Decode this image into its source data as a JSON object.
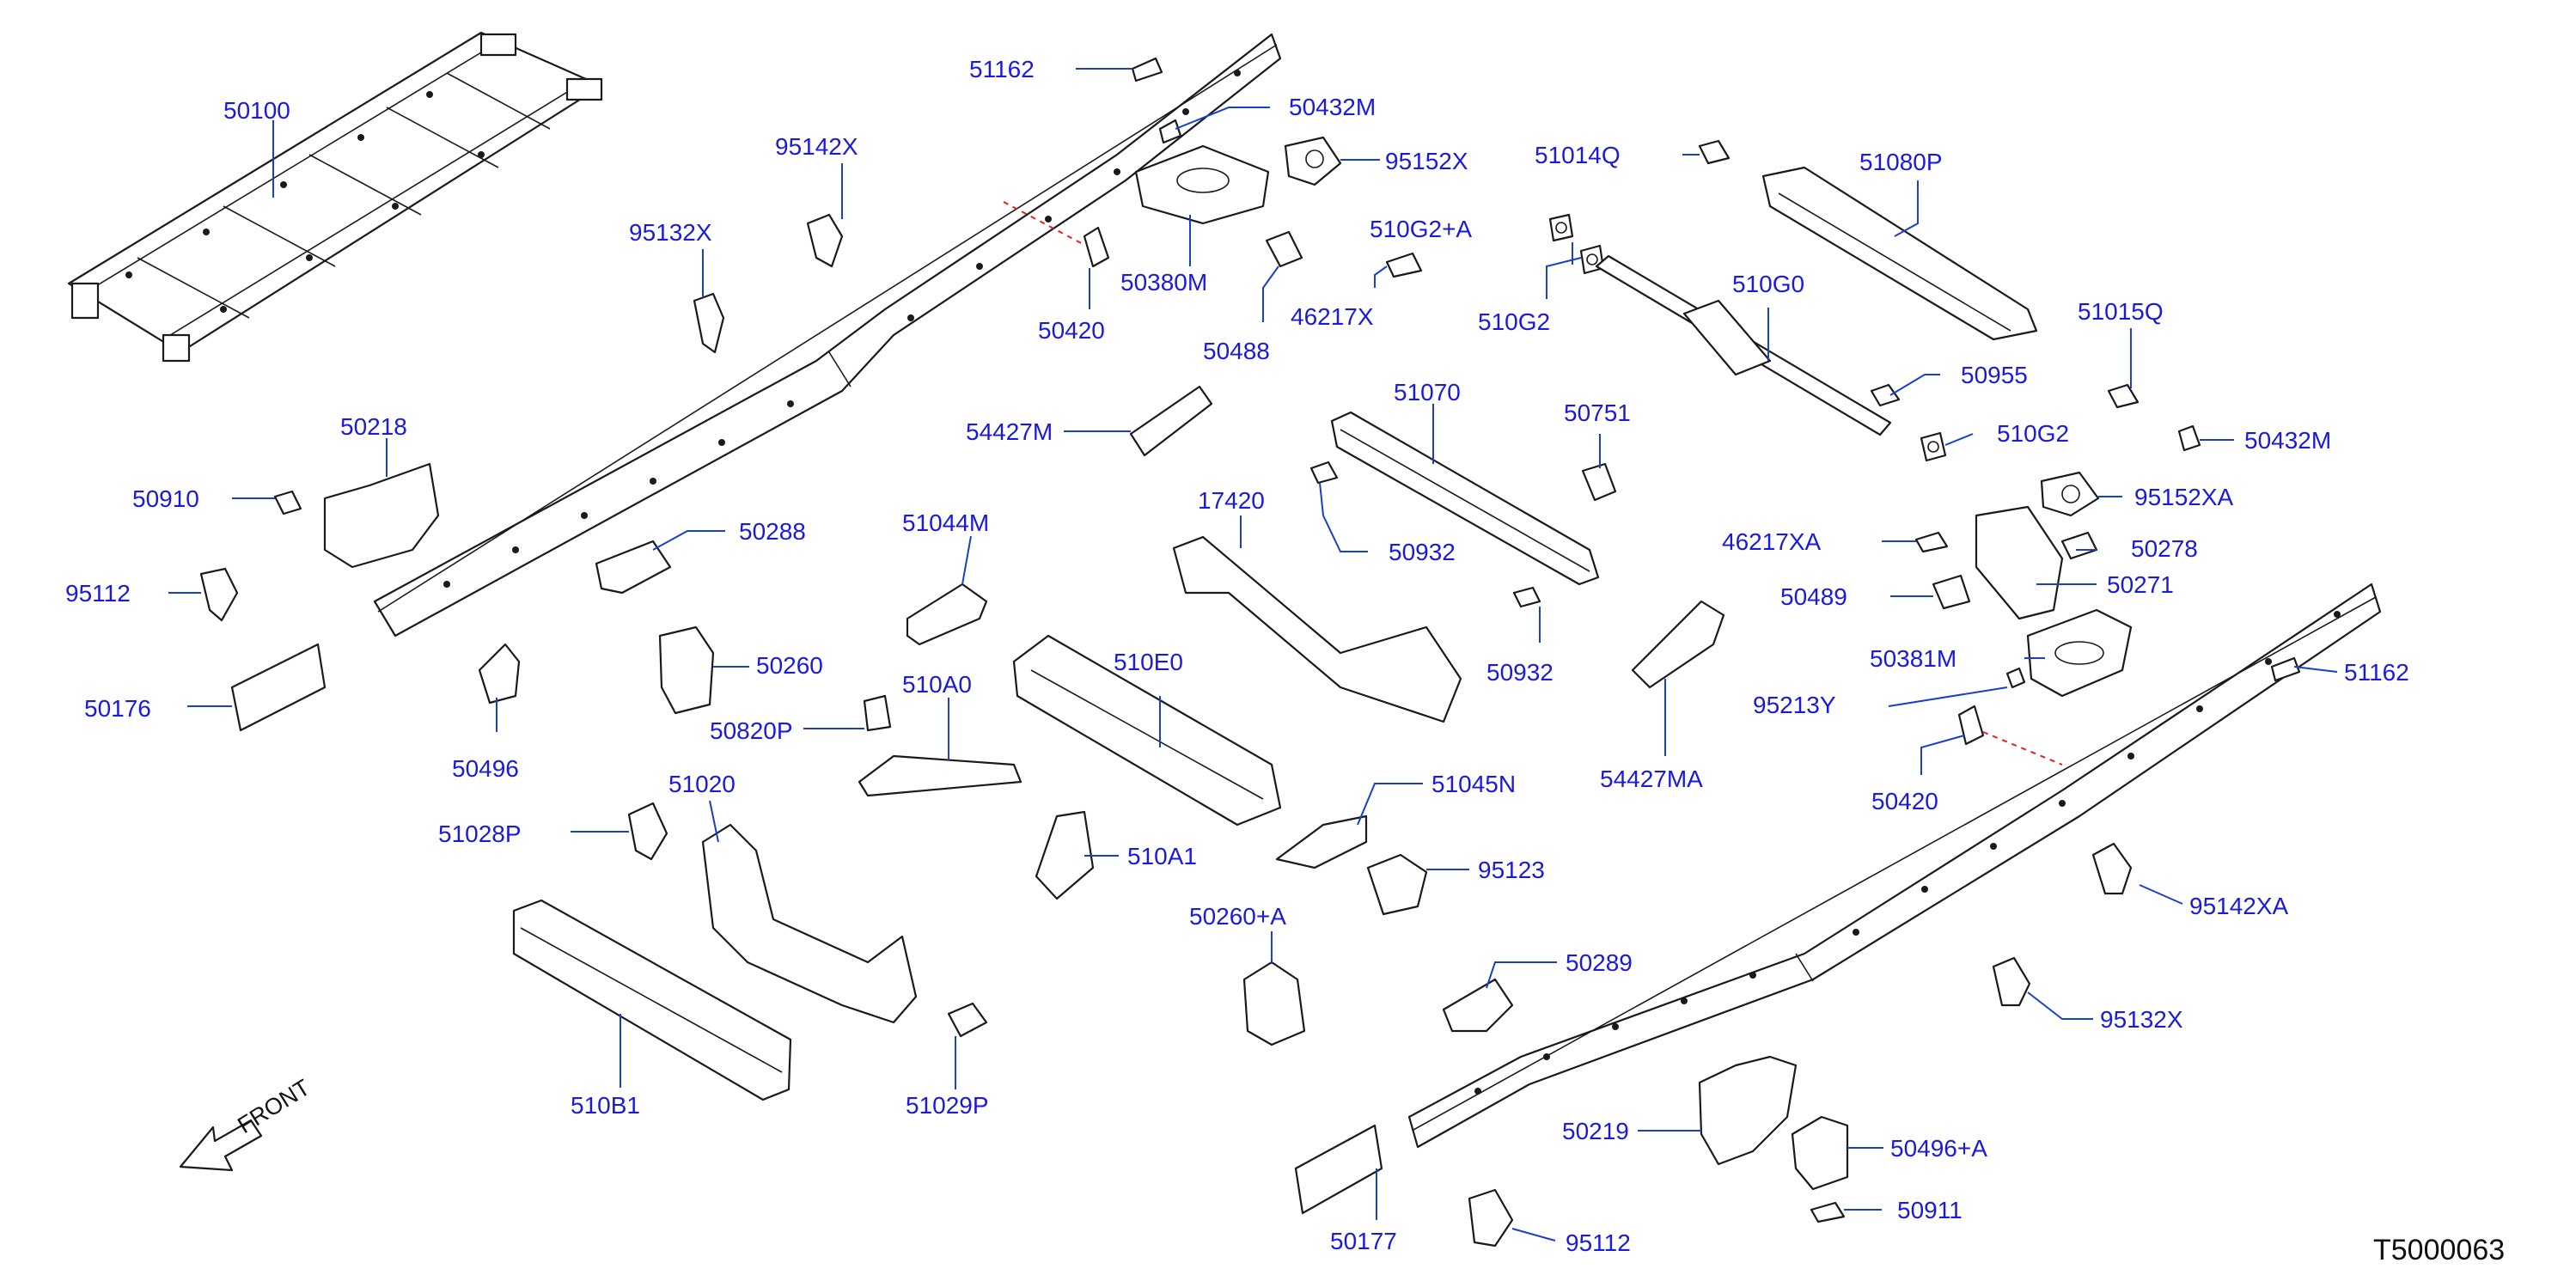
{
  "diagram_code": "T5000063",
  "front_label": "FRONT",
  "callouts": {
    "p50100": "50100",
    "p51162_top": "51162",
    "p50432M_top": "50432M",
    "p95152X": "95152X",
    "p95142X": "95142X",
    "p95132X": "95132X",
    "p50380M": "50380M",
    "p50420_top": "50420",
    "p50488": "50488",
    "p510G2A": "510G2+A",
    "p46217X": "46217X",
    "p51014Q": "51014Q",
    "p510G2_top": "510G2",
    "p51080P": "51080P",
    "p510G0": "510G0",
    "p50955": "50955",
    "p51015Q": "51015Q",
    "p50432M_right": "50432M",
    "p510G2_right": "510G2",
    "p95152XA": "95152XA",
    "p54427M": "54427M",
    "p51070": "51070",
    "p50751": "50751",
    "p50218": "50218",
    "p50910": "50910",
    "p95112_left": "95112",
    "p50176": "50176",
    "p50288": "50288",
    "p50260": "50260",
    "p50496": "50496",
    "p50820P": "50820P",
    "p51044M": "51044M",
    "p510A0": "510A0",
    "p17420": "17420",
    "p50932_a": "50932",
    "p50932_b": "50932",
    "p510E0": "510E0",
    "p46217XA": "46217XA",
    "p50278": "50278",
    "p50489": "50489",
    "p50271": "50271",
    "p50381M": "50381M",
    "p51162_right": "51162",
    "p95213Y": "95213Y",
    "p50420_right": "50420",
    "p54427MA": "54427MA",
    "p51045N": "51045N",
    "p510A1": "510A1",
    "p95123": "95123",
    "p51020": "51020",
    "p51028P": "51028P",
    "p50260A": "50260+A",
    "p50289": "50289",
    "p95142XA": "95142XA",
    "p95132X_right": "95132X",
    "p510B1": "510B1",
    "p51029P": "51029P",
    "p50219": "50219",
    "p50496A": "50496+A",
    "p50177": "50177",
    "p95112_right": "95112",
    "p50911": "50911"
  }
}
